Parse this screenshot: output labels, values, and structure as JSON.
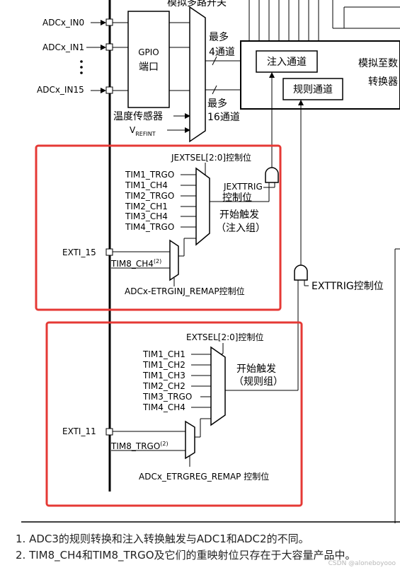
{
  "top": {
    "mux_title": "模拟多路开关",
    "inputs": [
      "ADCx_IN0",
      "ADCx_IN1",
      "ADCx_IN15"
    ],
    "gpio": [
      "GPIO",
      "端口"
    ],
    "temp_sensor": "温度传感器",
    "vrefint_main": "V",
    "vrefint_sub": "REFINT",
    "injected_max": [
      "最多",
      "4通道"
    ],
    "regular_max": [
      "最多",
      "16通道"
    ],
    "injected_channel": "注入通道",
    "regular_channel": "规则通道",
    "adc_block": [
      "模拟至数",
      "转换器"
    ]
  },
  "injected": {
    "sel": "JEXTSEL[2:0]控制位",
    "sources": [
      "TIM1_TRGO",
      "TIM1_CH4",
      "TIM2_TRGO",
      "TIM2_CH1",
      "TIM3_CH4",
      "TIM4_TRGO"
    ],
    "exti": "EXTI_15",
    "tim8": "TIM8_CH4",
    "tim8_sup": "(2)",
    "trig_ctrl": [
      "JEXTTRIG",
      "控制位"
    ],
    "start": [
      "开始触发",
      "（注入组）"
    ],
    "remap": "ADCx-ETRGINJ_REMAP控制位"
  },
  "exttrig": "EXTTRIG控制位",
  "regular": {
    "sel": "EXTSEL[2:0]控制位",
    "sources": [
      "TIM1_CH1",
      "TIM1_CH2",
      "TIM1_CH3",
      "TIM2_CH2",
      "TIM3_TRGO",
      "TIM4_CH4"
    ],
    "exti": "EXTI_11",
    "tim8": "TIM8_TRGO",
    "tim8_sup": "(2)",
    "start": [
      "开始触发",
      "（规则组）"
    ],
    "remap": "ADCx_ETRGREG_REMAP 控制位"
  },
  "notes": [
    "1.  ADC3的规则转换和注入转换触发与ADC1和ADC2的不同。",
    "2.  TIM8_CH4和TIM8_TRGO及它们的重映射位只存在于大容量产品中。"
  ],
  "watermark": "CSDN @aloneboyooo",
  "colors": {
    "highlight_box": "#e53935",
    "line": "#000000"
  }
}
